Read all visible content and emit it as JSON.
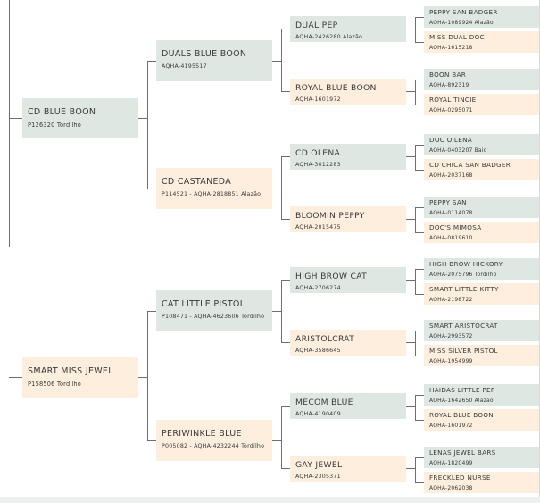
{
  "pedigree": {
    "gen1": [
      {
        "name": "CD BLUE BOON",
        "reg": "P126320 Tordilho",
        "sex": "s"
      },
      {
        "name": "SMART MISS JEWEL",
        "reg": "P158506 Tordilho",
        "sex": "m"
      }
    ],
    "gen2": [
      {
        "name": "DUALS BLUE BOON",
        "reg": "AQHA-4195517",
        "sex": "s"
      },
      {
        "name": "CD CASTANEDA",
        "reg": "P114521 - AQHA-2818851 Alazão",
        "sex": "m"
      },
      {
        "name": "CAT LITTLE PISTOL",
        "reg": "P108471 - AQHA-4623606 Tordilho",
        "sex": "s"
      },
      {
        "name": "PERIWINKLE BLUE",
        "reg": "P005082 - AQHA-4232244 Tordilho",
        "sex": "m"
      }
    ],
    "gen3": [
      {
        "name": "DUAL PEP",
        "reg": "AQHA-2426280 Alazão",
        "sex": "s"
      },
      {
        "name": "ROYAL BLUE BOON",
        "reg": "AQHA-1601972",
        "sex": "m"
      },
      {
        "name": "CD OLENA",
        "reg": "AQHA-3012283",
        "sex": "s"
      },
      {
        "name": "BLOOMIN PEPPY",
        "reg": "AQHA-2015475",
        "sex": "m"
      },
      {
        "name": "HIGH BROW CAT",
        "reg": "AQHA-2706274",
        "sex": "s"
      },
      {
        "name": "ARISTOLCRAT",
        "reg": "AQHA-3586645",
        "sex": "m"
      },
      {
        "name": "MECOM BLUE",
        "reg": "AQHA-4190409",
        "sex": "s"
      },
      {
        "name": "GAY JEWEL",
        "reg": "AQHA-2305371",
        "sex": "m"
      }
    ],
    "gen4": [
      {
        "name": "PEPPY SAN BADGER",
        "reg": "AQHA-1089924 Alazão",
        "sex": "s"
      },
      {
        "name": "MISS DUAL DOC",
        "reg": "AQHA-1615218",
        "sex": "m"
      },
      {
        "name": "BOON BAR",
        "reg": "AQHA-892319",
        "sex": "s"
      },
      {
        "name": "ROYAL TINCIE",
        "reg": "AQHA-0295071",
        "sex": "m"
      },
      {
        "name": "DOC O'LENA",
        "reg": "AQHA-0403207 Baio",
        "sex": "s"
      },
      {
        "name": "CD CHICA SAN BADGER",
        "reg": "AQHA-2037168",
        "sex": "m"
      },
      {
        "name": "PEPPY SAN",
        "reg": "AQHA-0114078",
        "sex": "s"
      },
      {
        "name": "DOC'S MIMOSA",
        "reg": "AQHA-0819610",
        "sex": "m"
      },
      {
        "name": "HIGH BROW HICKORY",
        "reg": "AQHA-2075796 Tordilho",
        "sex": "s"
      },
      {
        "name": "SMART LITTLE KITTY",
        "reg": "AQHA-2198722",
        "sex": "m"
      },
      {
        "name": "SMART ARISTOCRAT",
        "reg": "AQHA-2993572",
        "sex": "s"
      },
      {
        "name": "MISS SILVER PISTOL",
        "reg": "AQHA-1954999",
        "sex": "m"
      },
      {
        "name": "HAIDAS LITTLE PEP",
        "reg": "AQHA-1642650 Alazão",
        "sex": "s"
      },
      {
        "name": "ROYAL BLUE BOON",
        "reg": "AQHA-1601972",
        "sex": "m"
      },
      {
        "name": "LENAS JEWEL BARS",
        "reg": "AQHA-1820499",
        "sex": "s"
      },
      {
        "name": "FRECKLED NURSE",
        "reg": "AQHA-2062038",
        "sex": "m"
      }
    ]
  },
  "colors": {
    "sire_box": "#dfe7e3",
    "dam_box": "#fdeedd",
    "connector": "#6f6f6f"
  }
}
